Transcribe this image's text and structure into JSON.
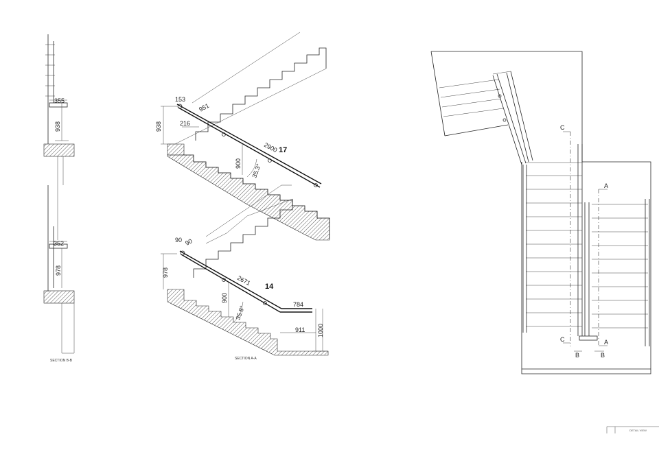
{
  "section_bb": {
    "caption": "SECTION B-B",
    "upper": {
      "top_dim": "355",
      "height_dim": "938"
    },
    "lower": {
      "top_dim": "352",
      "height_dim": "978"
    }
  },
  "section_aa": {
    "caption": "SECTION A-A",
    "upper": {
      "offset_dim": "153",
      "handrail_seg_dim": "951",
      "tread_dim": "216",
      "height_dim": "938",
      "rail_height_dim": "900",
      "rail_length_dim": "2900",
      "angle_dim": "35.3°",
      "step_count": "17"
    },
    "lower": {
      "offset_dim": "90",
      "small_dim": "90",
      "height_dim": "978",
      "rail_height_dim": "900",
      "rail_length_dim": "2671",
      "angle_dim": "35.8°",
      "step_count": "14",
      "extension_dim": "784",
      "landing_dim": "911",
      "landing_height_dim": "1000"
    }
  },
  "plan": {
    "cut_labels": {
      "c_top": "C",
      "c_bottom": "C",
      "a_top": "A",
      "a_bottom": "A",
      "b_left": "B",
      "b_right": "B"
    }
  },
  "title_block": {
    "text": "DETAIL VIEW"
  }
}
